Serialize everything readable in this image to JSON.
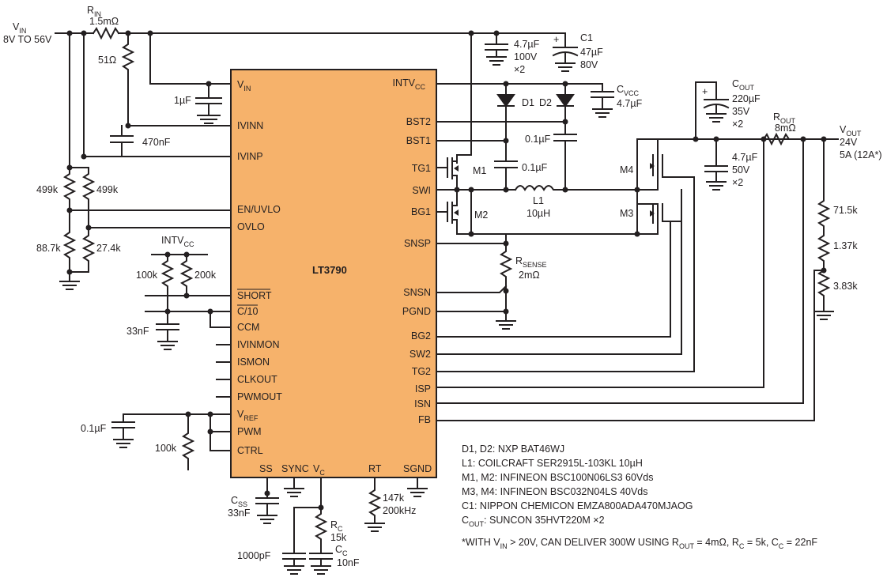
{
  "ic": {
    "name": "LT3790"
  },
  "pins_left": [
    "V",
    "IVINN",
    "IVINP",
    "EN/UVLO",
    "OVLO",
    "SHORT",
    "C/10",
    "CCM",
    "IVINMON",
    "ISMON",
    "CLKOUT",
    "PWMOUT",
    "V",
    "PWM",
    "CTRL"
  ],
  "pins_left_subs": {
    "vin": "IN",
    "vref": "REF"
  },
  "pins_right": [
    "INTV",
    "BST2",
    "BST1",
    "TG1",
    "SWI",
    "BG1",
    "SNSP",
    "SNSN",
    "PGND",
    "BG2",
    "SW2",
    "TG2",
    "ISP",
    "ISN",
    "FB"
  ],
  "pins_right_subs": {
    "intvcc": "CC"
  },
  "pins_bottom": [
    "SS",
    "SYNC",
    "V",
    "RT",
    "SGND"
  ],
  "pins_bottom_subs": {
    "vc": "C"
  },
  "vin": {
    "label": "V",
    "sub": "IN",
    "range": "8V TO 56V"
  },
  "rin": {
    "label": "R",
    "sub": "IN",
    "value": "1.5mΩ"
  },
  "components": {
    "r51": "51Ω",
    "c1u": "1µF",
    "c470n": "470nF",
    "r499a": "499k",
    "r499b": "499k",
    "r887": "88.7k",
    "r274": "27.4k",
    "intvcc_label": "INTV",
    "intvcc_sub": "CC",
    "r100k_a": "100k",
    "r200k": "200k",
    "c33n_a": "33nF",
    "c01u_vref": "0.1µF",
    "r100k_b": "100k",
    "css_label": "C",
    "css_sub": "SS",
    "css_value": "33nF",
    "c1000p": "1000pF",
    "rc_label": "R",
    "rc_sub": "C",
    "rc_value": "15k",
    "cc_label": "C",
    "cc_sub": "C",
    "cc_value": "10nF",
    "rt_value": "147k",
    "rt_freq": "200kHz",
    "cin_value": "4.7µF",
    "cin_rating": "100V",
    "cin_count": "×2",
    "c1_label": "C1",
    "c1_value": "47µF",
    "c1_rating": "80V",
    "cvcc_label": "C",
    "cvcc_sub": "VCC",
    "cvcc_value": "4.7µF",
    "d1": "D1",
    "d2": "D2",
    "cbst2": "0.1µF",
    "cbst1": "0.1µF",
    "m1": "M1",
    "m2": "M2",
    "m3": "M3",
    "m4": "M4",
    "l1_label": "L1",
    "l1_value": "10µH",
    "rsense_label": "R",
    "rsense_sub": "SENSE",
    "rsense_value": "2mΩ",
    "cout_label": "C",
    "cout_sub": "OUT",
    "cout_value": "220µF",
    "cout_rating": "35V",
    "cout_count": "×2",
    "cout2_value": "4.7µF",
    "cout2_rating": "50V",
    "cout2_count": "×2",
    "rout_label": "R",
    "rout_sub": "OUT",
    "rout_value": "8mΩ",
    "vout_label": "V",
    "vout_sub": "OUT",
    "vout_value": "24V",
    "vout_current": "5A (12A*)",
    "r715": "71.5k",
    "r137": "1.37k",
    "r383": "3.83k"
  },
  "notes": [
    "D1, D2: NXP BAT46WJ",
    "L1: COILCRAFT SER2915L-103KL 10µH",
    "M1, M2: INFINEON BSC100N06LS3 60Vds",
    "M3, M4: INFINEON BSC032N04LS 40Vds",
    "C1: NIPPON CHEMICON EMZA800ADA470MJAOG"
  ],
  "note_cout": {
    "prefix": "C",
    "sub": "OUT",
    "text": ": SUNCON 35HVT220M ×2"
  },
  "footnote": {
    "p1": "*WITH V",
    "s1": "IN",
    "p2": " > 20V, CAN DELIVER 300W USING R",
    "s2": "OUT",
    "p3": " = 4mΩ, R",
    "s3": "C",
    "p4": " = 5k, C",
    "s4": "C",
    "p5": " = 22nF"
  }
}
